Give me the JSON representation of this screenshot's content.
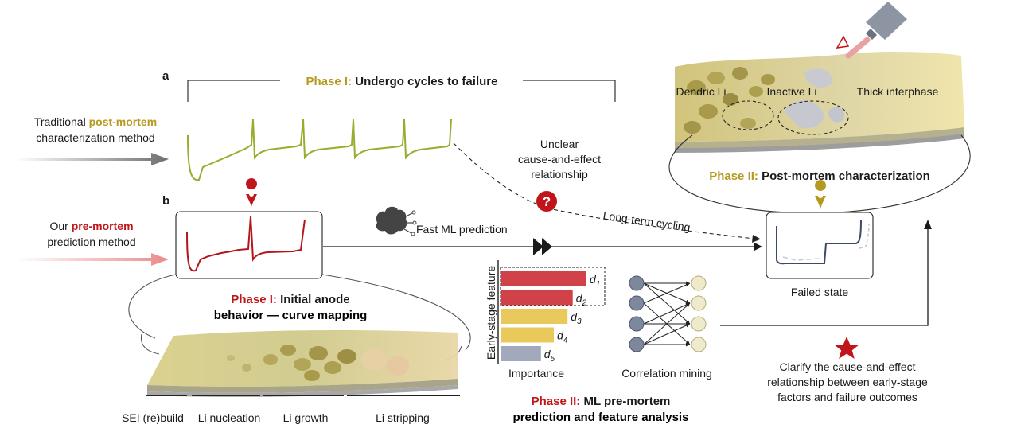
{
  "panels": {
    "a": "a",
    "b": "b"
  },
  "traditional": {
    "line1_pre": "Traditional ",
    "line1_em": "post-mortem",
    "line2": "characterization method"
  },
  "ours": {
    "line1_pre": "Our ",
    "line1_em": "pre-mortem",
    "line2": "prediction method"
  },
  "phase1_top": {
    "prefix": "Phase I: ",
    "text": "Undergo cycles to failure"
  },
  "unclear": [
    "Unclear",
    "cause-and-effect",
    "relationship"
  ],
  "long_term": "Long-term cycling",
  "fast_ml": "Fast ML prediction",
  "phase2_top": {
    "prefix": "Phase II: ",
    "text": "Post-mortem characterization"
  },
  "failed_labels": {
    "dendric": "Dendric Li",
    "inactive": "Inactive Li",
    "thick": "Thick interphase"
  },
  "failed_state": "Failed state",
  "phase1_bottom": {
    "prefix": "Phase I: ",
    "line1": "Initial anode",
    "line2": "behavior — curve mapping"
  },
  "process_steps": [
    "SEI (re)build",
    "Li nucleation",
    "Li growth",
    "Li stripping"
  ],
  "importance": {
    "ylabel": "Early-stage  feature",
    "xlabel": "Importance",
    "features": [
      {
        "name": "d",
        "sub": "1",
        "value": 1.0,
        "color": "#d04248"
      },
      {
        "name": "d",
        "sub": "2",
        "value": 0.84,
        "color": "#d04248"
      },
      {
        "name": "d",
        "sub": "3",
        "value": 0.78,
        "color": "#e9c95b"
      },
      {
        "name": "d",
        "sub": "4",
        "value": 0.62,
        "color": "#e9c95b"
      },
      {
        "name": "d",
        "sub": "5",
        "value": 0.47,
        "color": "#a2a9bd"
      }
    ]
  },
  "correlation": "Correlation mining",
  "phase2_bottom": {
    "prefix": "Phase II: ",
    "line1": "ML pre-mortem",
    "line2": "prediction and feature analysis"
  },
  "clarify": [
    "Clarify the cause-and-effect",
    "relationship between early-stage",
    "factors and failure outcomes"
  ],
  "colors": {
    "gold": "#b59a1f",
    "red": "#c0151b",
    "curve_gold": "#9aab2e",
    "curve_red": "#b3151b",
    "navy": "#3d4a66"
  }
}
